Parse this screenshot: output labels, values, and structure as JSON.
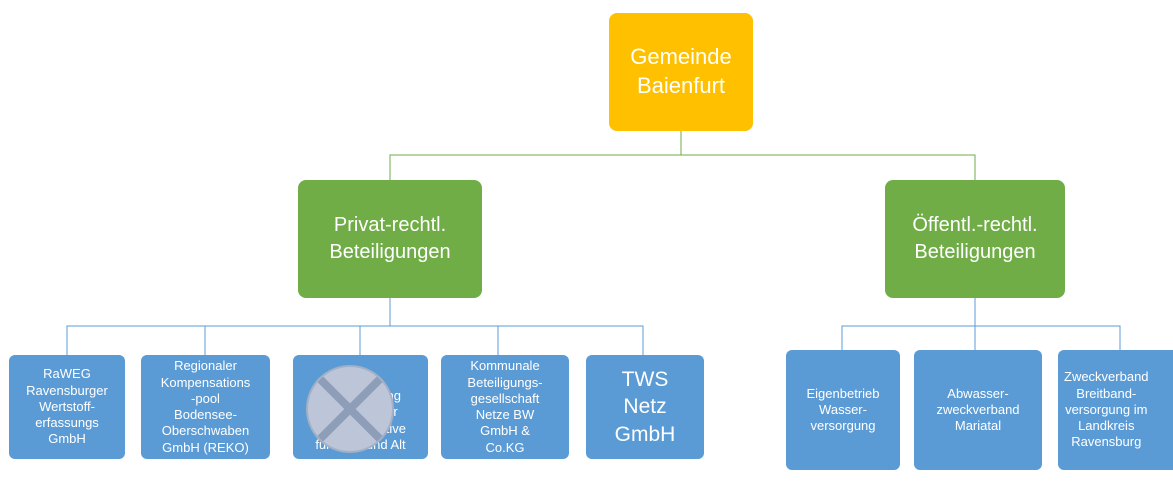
{
  "org": {
    "root": "Gemeinde\nBaienfurt",
    "private": {
      "label": "Privat-rechtl.\nBeteiligungen",
      "children": [
        "RaWEG\nRavensburger\nWertstoff-\nerfassungs\nGmbH",
        "Regionaler\nKompensations\n-pool\nBodensee-\nOberschwaben\nGmbH (REKO)",
        "Bürgerstiftung\nBaienfurt der\nBürger-Initiative\nfür Jung und Alt",
        "Kommunale\nBeteiligungs-\ngesellschaft\nNetze BW\nGmbH &\nCo.KG",
        "TWS\nNetz\nGmbH"
      ]
    },
    "public": {
      "label": "Öffentl.-rechtl.\nBeteiligungen",
      "children": [
        "Eigenbetrieb\nWasser-\nversorgung",
        "Abwasser-\nzweckverband\nMariatal",
        "Zweckverband\nBreitband-\nversorgung im\nLandkreis\nRavensburg"
      ]
    }
  },
  "colors": {
    "root": "#FFC000",
    "category": "#70AD47",
    "leaf": "#5B9BD5",
    "connector_green": "#70AD47",
    "connector_blue": "#5B9BD5"
  }
}
